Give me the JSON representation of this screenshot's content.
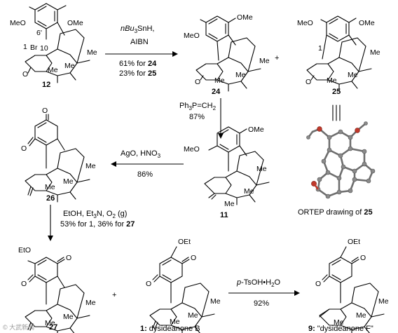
{
  "compounds": {
    "c12": {
      "label": "12",
      "ome_left": "MeO",
      "ome_right": "OMe",
      "pos6": "6'",
      "pos1": "1",
      "br": "Br",
      "pos10": "10",
      "o": "O",
      "me1": "Me",
      "me2": "Me",
      "me3": "Me"
    },
    "c24": {
      "label": "24",
      "ome_left": "MeO",
      "ome_right": "OMe",
      "o": "O",
      "me1": "Me",
      "me2": "Me",
      "me3": "Me"
    },
    "c25": {
      "label": "25",
      "ome_left": "MeO",
      "ome_right": "OMe",
      "pos1": "1",
      "o": "O",
      "me1": "Me",
      "me2": "Me",
      "me3": "Me"
    },
    "c11": {
      "label": "11",
      "ome_left": "MeO",
      "ome_right": "OMe",
      "me1": "Me",
      "me2": "Me",
      "me3": "Me"
    },
    "c26": {
      "label": "26",
      "o1": "O",
      "o2": "O",
      "me1": "Me",
      "me2": "Me",
      "me3": "Me"
    },
    "c27": {
      "label": "27",
      "eto": "EtO",
      "o1": "O",
      "o2": "O",
      "me1": "Me",
      "me2": "Me",
      "me3": "Me"
    },
    "c1": {
      "label_num": "1:",
      "label_name": "dysideanone B",
      "oet": "OEt",
      "o1": "O",
      "o2": "O",
      "me1": "Me",
      "me2": "Me",
      "me3": "Me"
    },
    "c9": {
      "label_num": "9:",
      "label_name": "\"dysideanone F\"",
      "oet": "OEt",
      "o1": "O",
      "o2": "O",
      "me1": "Me",
      "me2": "Me",
      "me3": "Me"
    }
  },
  "reactions": {
    "r1": {
      "reagent_a": "nBu",
      "reagent_a_sub": "3",
      "reagent_a_rest": "SnH,",
      "reagent_b": "AIBN",
      "yield1_text": "61% for ",
      "yield1_cmpd": "24",
      "yield2_text": "23% for ",
      "yield2_cmpd": "25"
    },
    "r2": {
      "reagent_a": "Ph",
      "reagent_a_sub": "3",
      "reagent_a_rest": "P=CH",
      "reagent_a_sub2": "2",
      "yield": "87%"
    },
    "r3": {
      "reagent": "AgO, HNO",
      "reagent_sub": "3",
      "yield": "86%"
    },
    "r4": {
      "reagent_1": "EtOH, Et",
      "reagent_1_sub": "3",
      "reagent_1_rest": "N, O",
      "reagent_1_sub2": "2",
      "reagent_1_end": " (g)",
      "yield_text1": "53% for 1, 36% for ",
      "yield_cmpd": "27"
    },
    "r5": {
      "reagent_pre": "p",
      "reagent_rest": "-TsOH•H",
      "reagent_sub": "2",
      "reagent_end": "O",
      "yield": "92%"
    }
  },
  "plus_sign": "+",
  "ortep_caption_text": "ORTEP drawing of ",
  "ortep_caption_cmpd": "25",
  "watermark": "© 大武新闻"
}
